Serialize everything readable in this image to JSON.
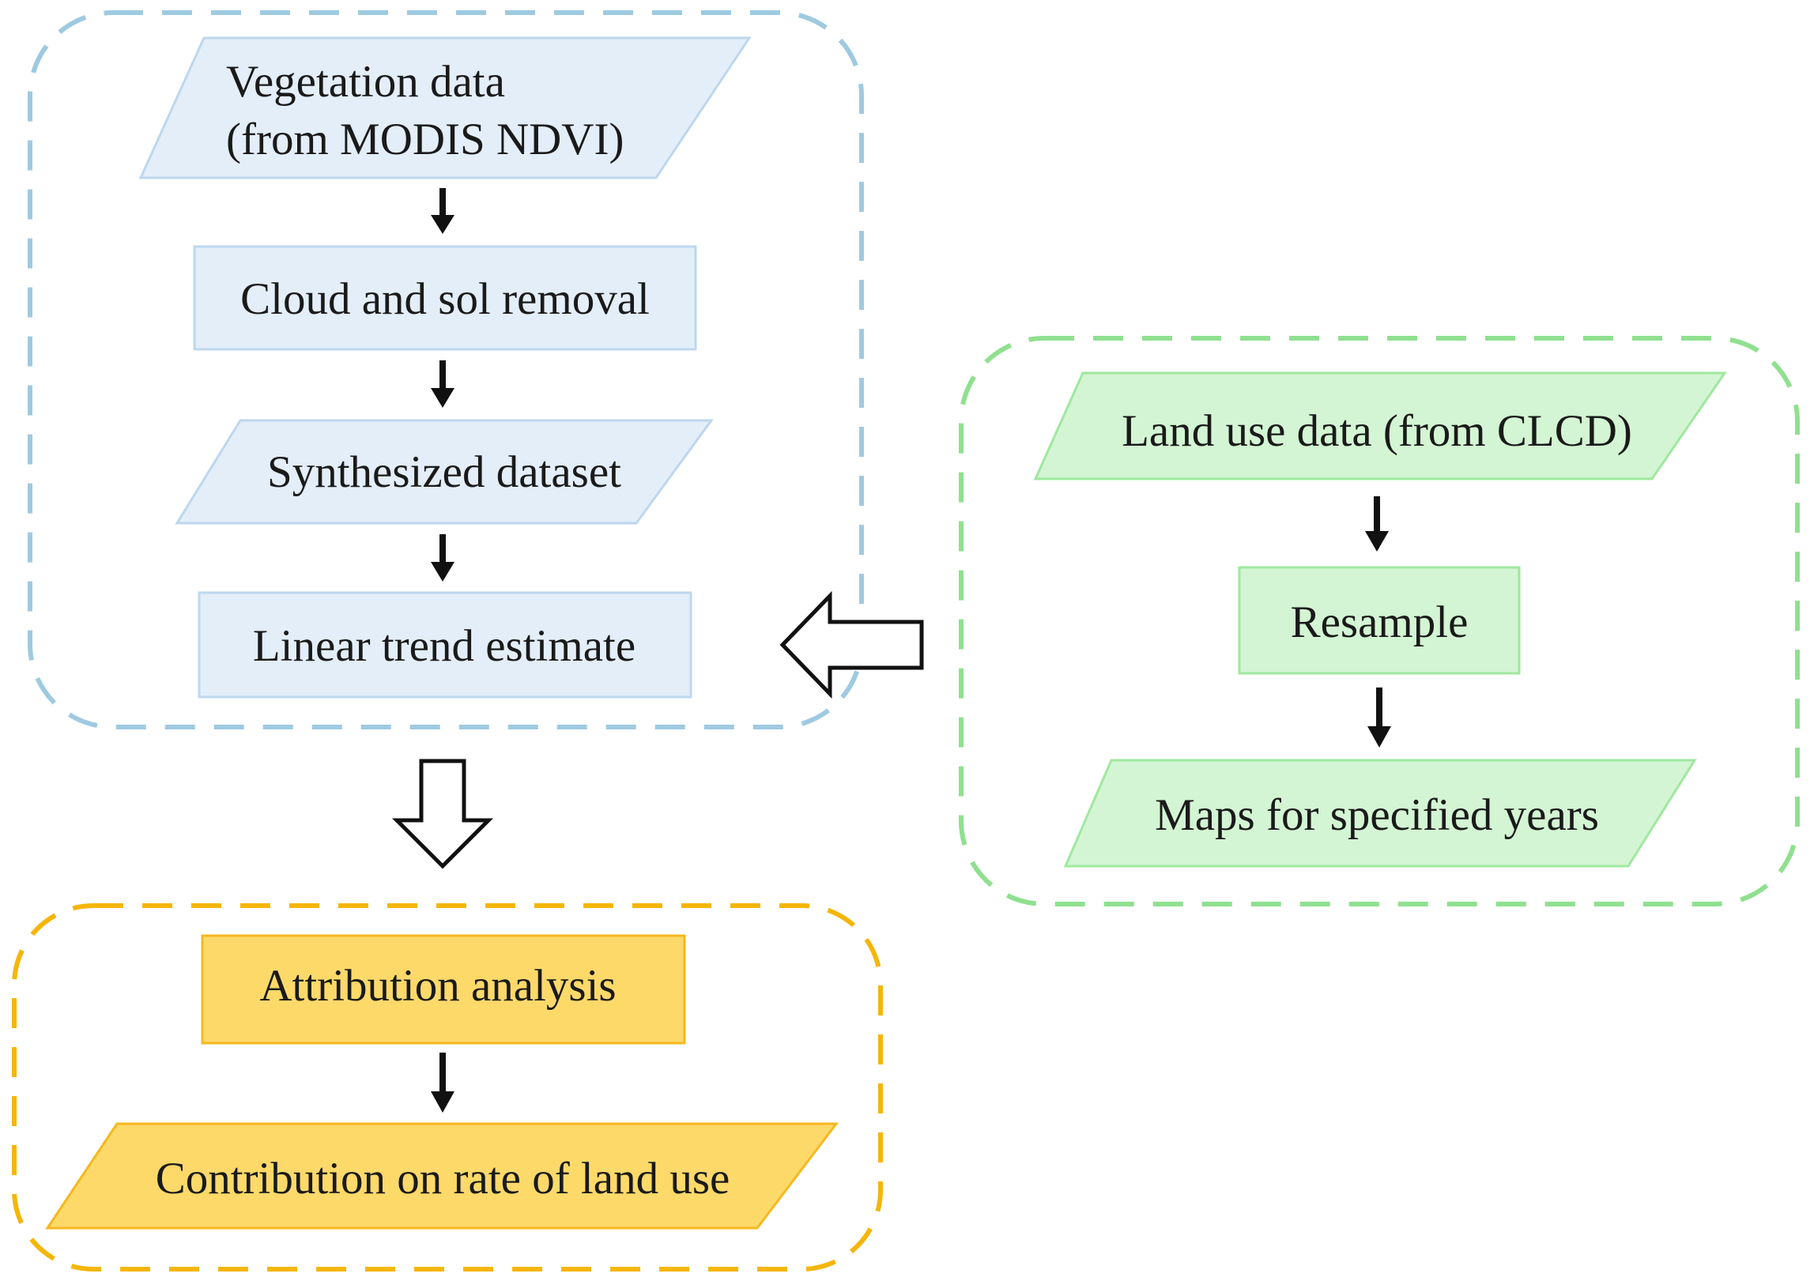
{
  "groups": {
    "vegetation": {
      "steps": [
        "Vegetation data",
        "(from MODIS NDVI)",
        "Cloud and sol removal",
        "Synthesized dataset",
        "Linear trend estimate"
      ]
    },
    "land_use": {
      "steps": [
        "Land use data (from CLCD)",
        "Resample",
        "Maps for specified years"
      ]
    },
    "attribution": {
      "steps": [
        "Attribution analysis",
        "Contribution on rate of land use"
      ]
    }
  },
  "colors": {
    "blue_border": "#9ecae1",
    "blue_fill": "#e3eef9",
    "blue_stroke": "#bdd7ee",
    "green_border": "#8fe08f",
    "green_fill": "#d3f5d3",
    "green_stroke": "#9fe89f",
    "orange_border": "#f5b60a",
    "orange_fill": "#fdd96a",
    "orange_stroke": "#f5b820",
    "arrow": "#111111"
  }
}
